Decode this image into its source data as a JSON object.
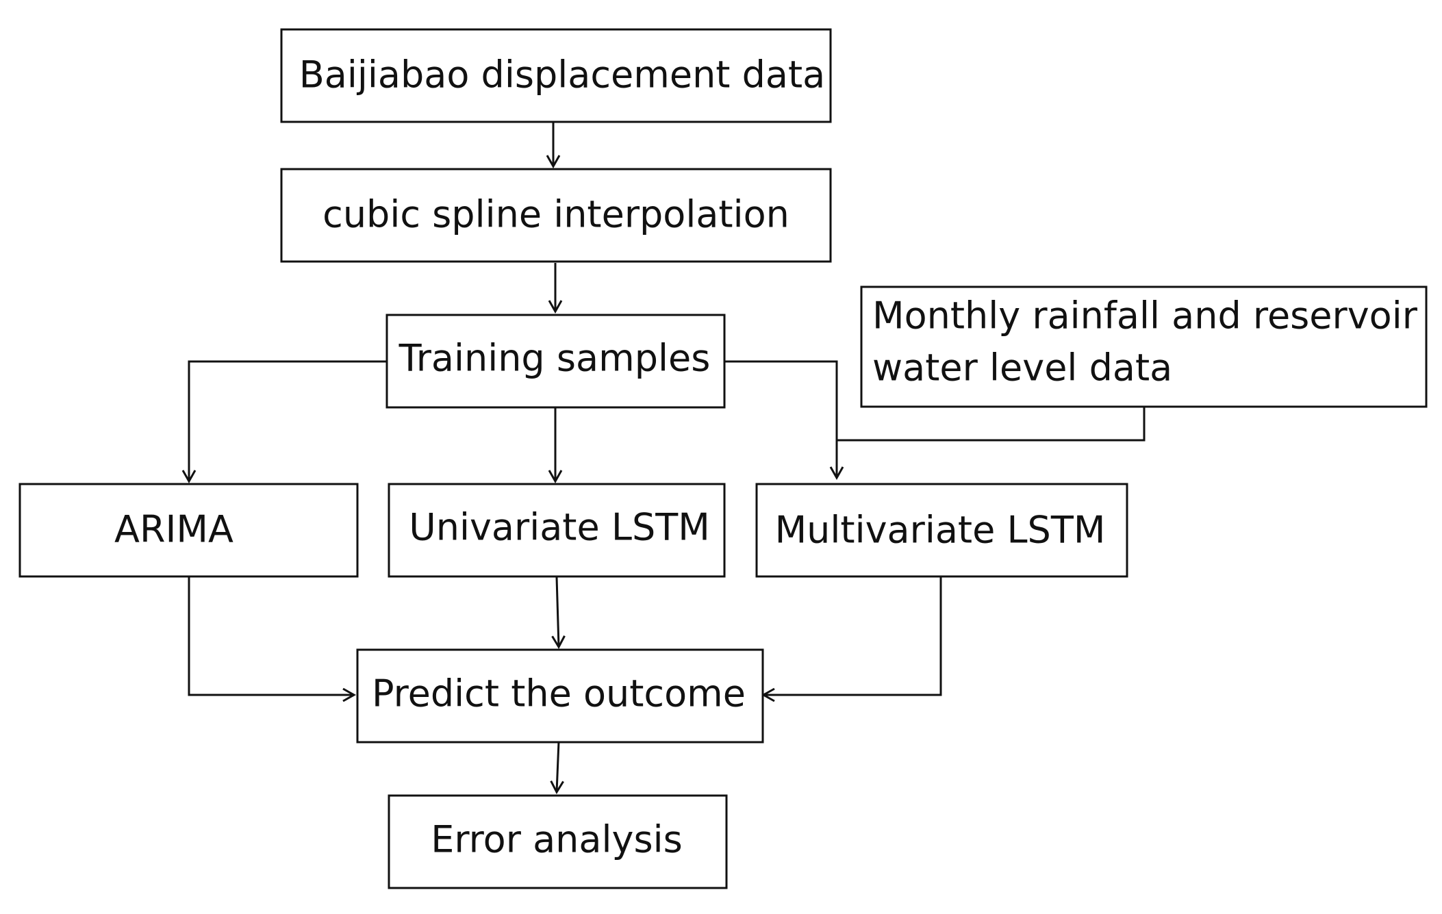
{
  "diagram": {
    "nodes": {
      "displacement": {
        "label": "Baijiabao displacement data"
      },
      "interpolation": {
        "label": "cubic spline interpolation"
      },
      "training": {
        "label": "Training samples"
      },
      "rainfall": {
        "line1": "Monthly rainfall and reservoir",
        "line2": "water level data"
      },
      "arima": {
        "label": "ARIMA"
      },
      "univariate": {
        "label": "Univariate LSTM"
      },
      "multivariate": {
        "label": "Multivariate LSTM"
      },
      "predict": {
        "label": "Predict the outcome"
      },
      "error": {
        "label": "Error analysis"
      }
    }
  }
}
